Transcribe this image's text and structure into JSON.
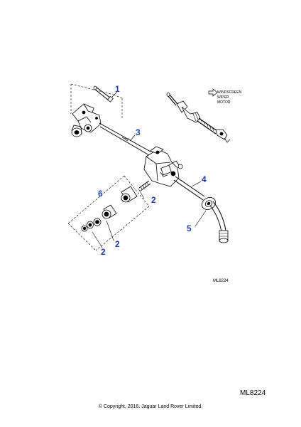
{
  "callouts": {
    "c1": "1",
    "c2a": "2",
    "c2b": "2",
    "c2c": "2",
    "c3": "3",
    "c4": "4",
    "c5": "5",
    "c6": "6"
  },
  "motor_label": {
    "line1": "WINDSCREEN",
    "line2": "WIPER",
    "line3": "MOTOR"
  },
  "diagram_ref_small": "ML8224",
  "diagram_ref_large": "ML8224",
  "copyright": "© Copyright, 2016. Jaguar Land Rover Limited.",
  "colors": {
    "callout": "#1f3fa8",
    "line": "#000000"
  }
}
